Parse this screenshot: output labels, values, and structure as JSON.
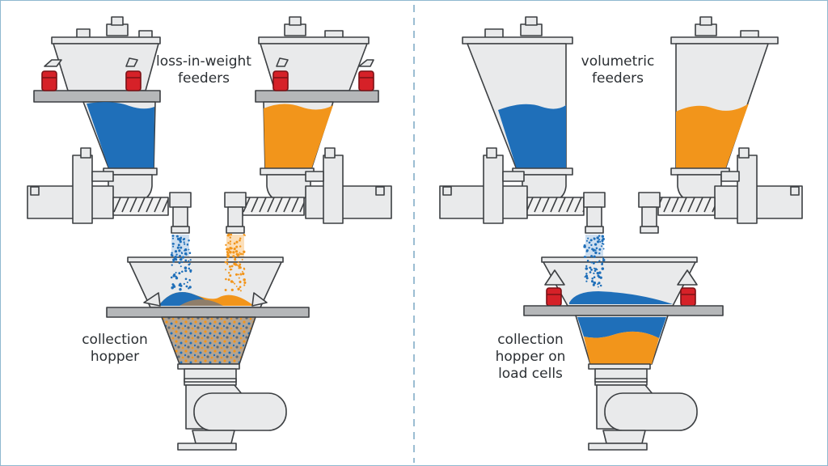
{
  "colors": {
    "frame_border": "#8fb8cf",
    "divider": "#7aa7c4",
    "metal_fill": "#e9eaeb",
    "metal_stroke": "#3c3f42",
    "plate_fill": "#b5b7b9",
    "blue_material": "#1f6fb9",
    "orange_material": "#f2951b",
    "load_cell": "#d62128",
    "mixed_material": "#8f7e6a"
  },
  "icons": {
    "load_cell": "load-cell-icon",
    "screw_conveyor": "screw-conveyor-icon",
    "motor": "motor-icon"
  },
  "labels": {
    "left_feeders": {
      "line1": "loss-in-weight",
      "line2": "feeders"
    },
    "left_hopper": {
      "line1": "collection",
      "line2": "hopper"
    },
    "right_feeders": {
      "line1": "volumetric",
      "line2": "feeders"
    },
    "right_hopper": {
      "line1": "collection",
      "line2": "hopper on",
      "line3": "load cells"
    }
  }
}
